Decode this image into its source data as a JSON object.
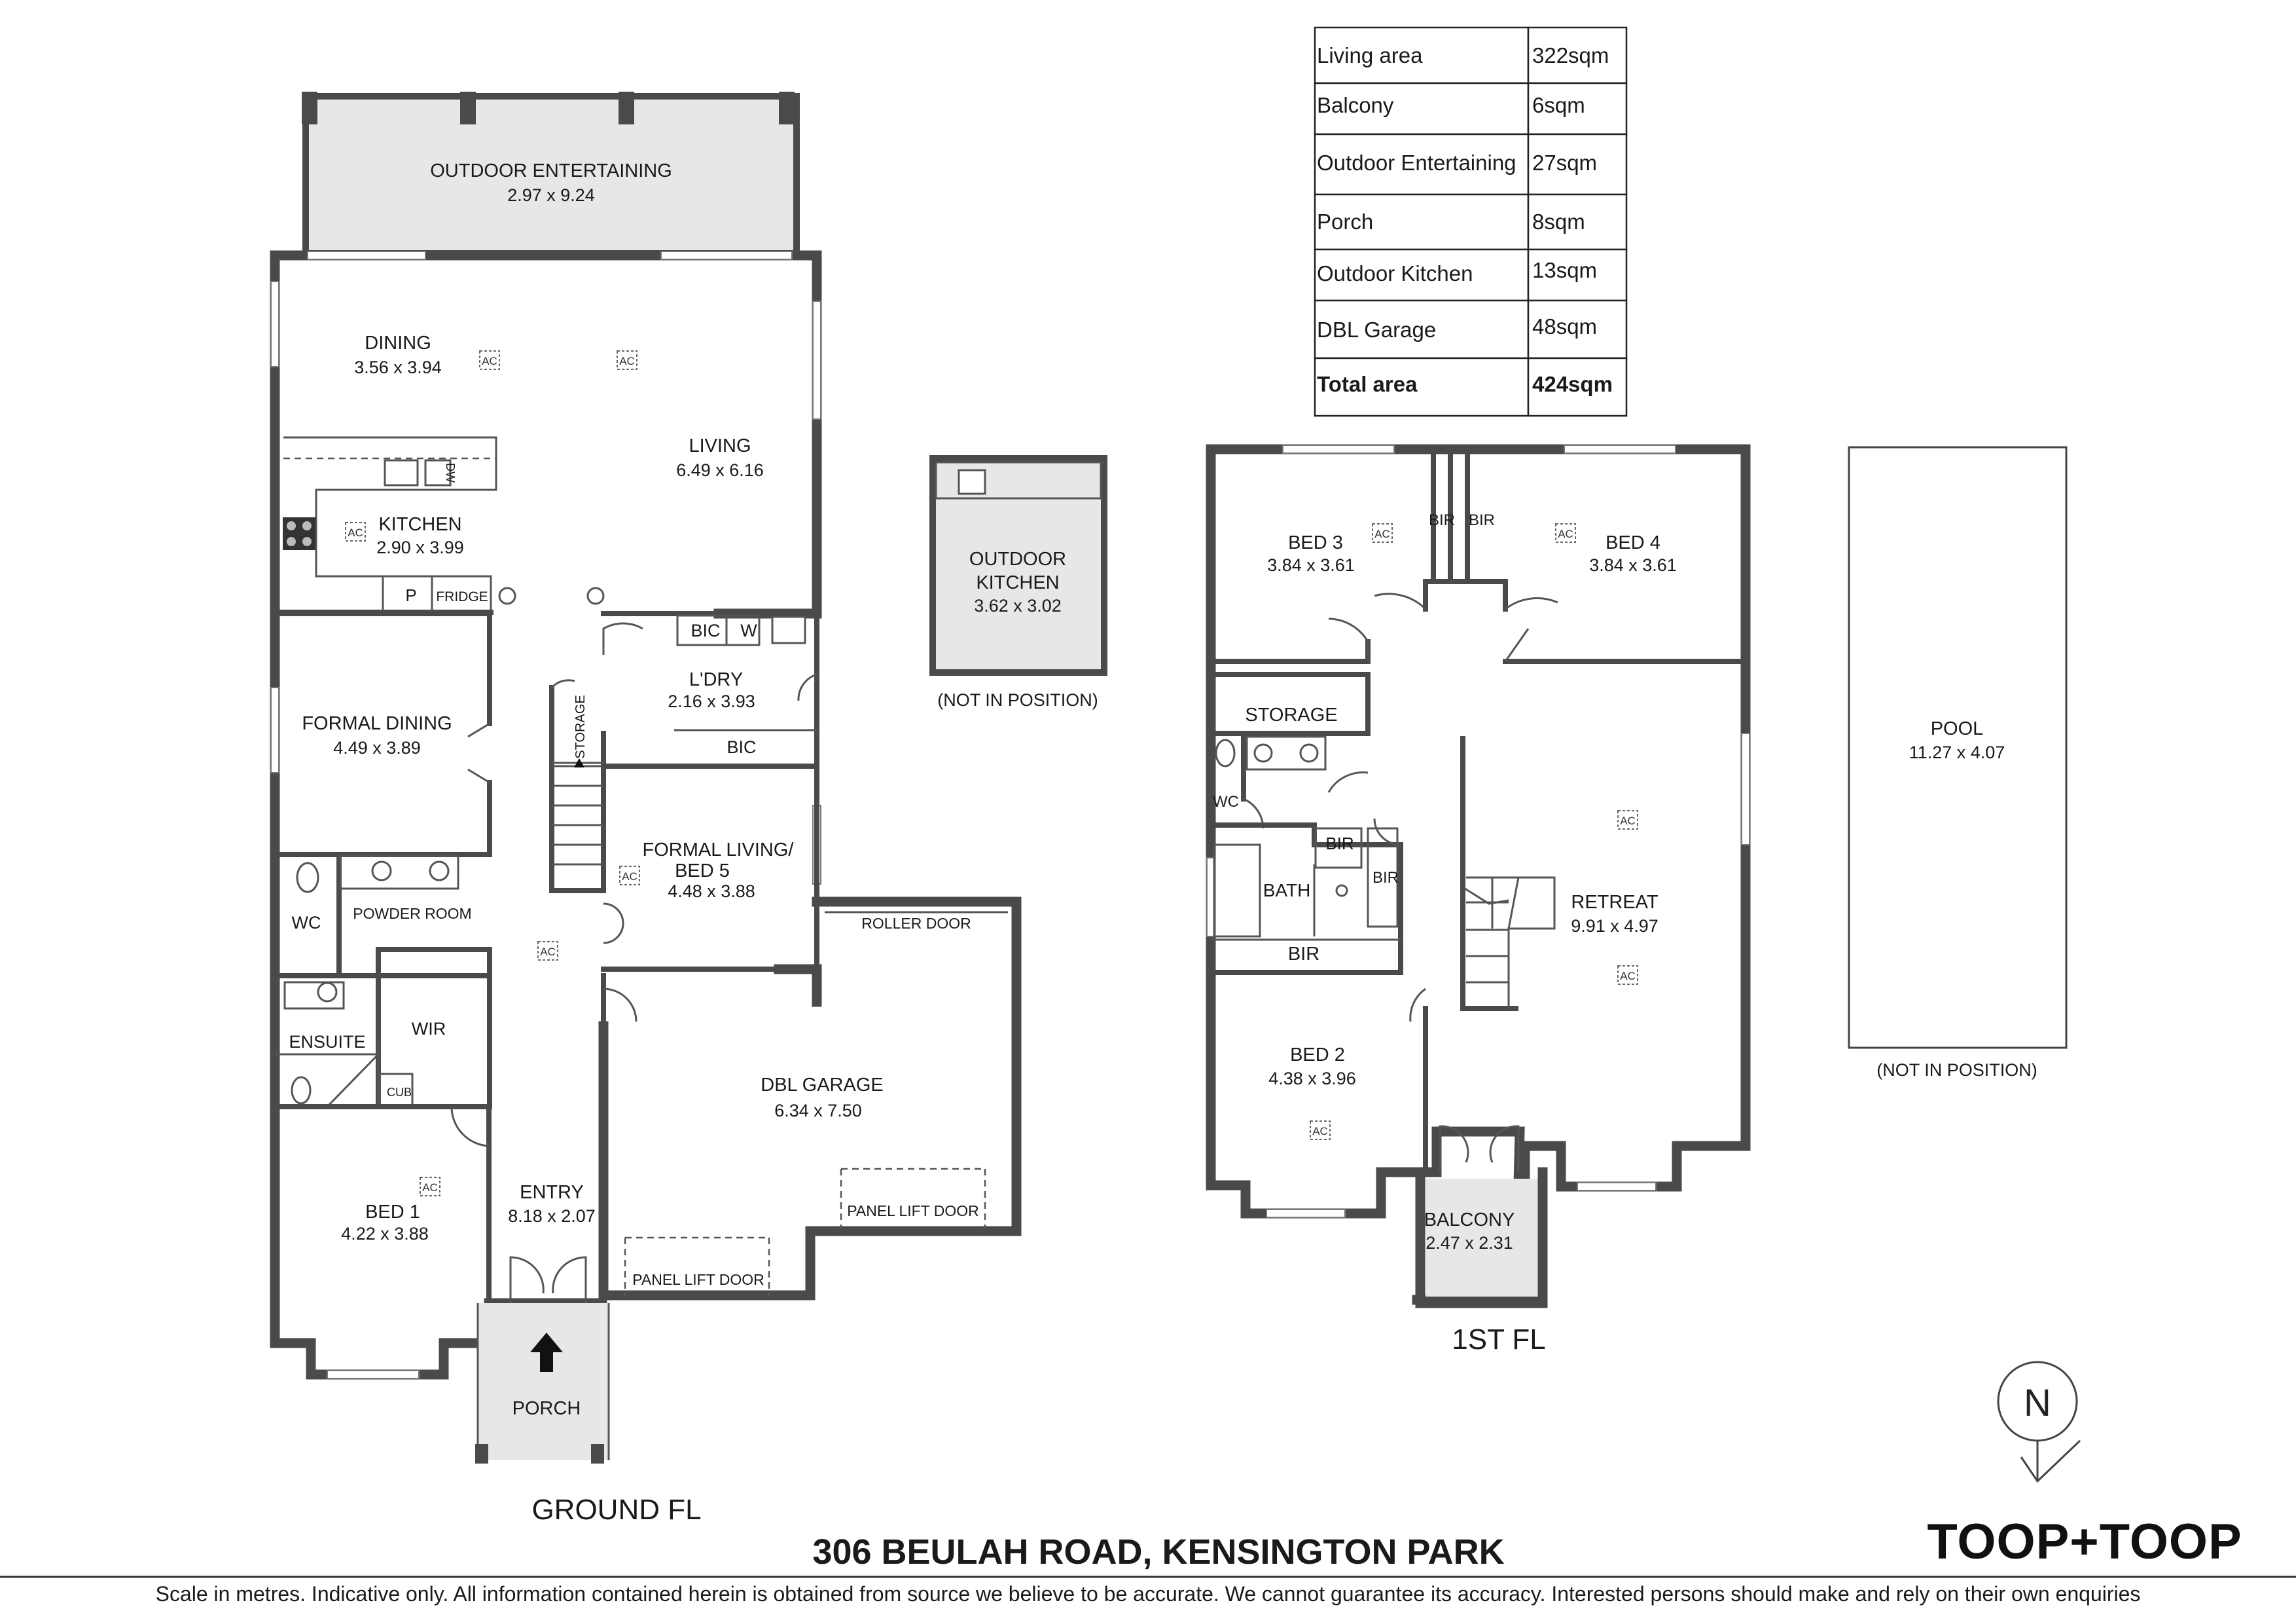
{
  "area_table": {
    "rows": [
      {
        "label": "Living area",
        "value": "322sqm"
      },
      {
        "label": "Balcony",
        "value": "6sqm"
      },
      {
        "label": "Outdoor Entertaining",
        "value": "27sqm"
      },
      {
        "label": "Porch",
        "value": "8sqm"
      },
      {
        "label": "Outdoor Kitchen",
        "value": "13sqm"
      },
      {
        "label": "DBL Garage",
        "value": "48sqm"
      }
    ],
    "total": {
      "label": "Total area",
      "value": "424sqm"
    }
  },
  "ground_floor": {
    "label": "GROUND FL",
    "rooms": {
      "outdoor_entertaining": {
        "name": "OUTDOOR ENTERTAINING",
        "dims": "2.97 x 9.24"
      },
      "dining": {
        "name": "DINING",
        "dims": "3.56 x 3.94"
      },
      "living": {
        "name": "LIVING",
        "dims": "6.49 x 6.16"
      },
      "kitchen": {
        "name": "KITCHEN",
        "dims": "2.90 x 3.99"
      },
      "formal_dining": {
        "name": "FORMAL DINING",
        "dims": "4.49 x 3.89"
      },
      "laundry": {
        "name": "L'DRY",
        "dims": "2.16 x 3.93"
      },
      "formal_living": {
        "name": "FORMAL LIVING/",
        "name2": "BED 5",
        "dims": "4.48 x 3.88"
      },
      "dbl_garage": {
        "name": "DBL GARAGE",
        "dims": "6.34 x 7.50"
      },
      "bed1": {
        "name": "BED 1",
        "dims": "4.22 x 3.88"
      },
      "entry": {
        "name": "ENTRY",
        "dims": "8.18 x 2.07"
      },
      "porch": {
        "name": "PORCH"
      }
    },
    "labels": {
      "p": "P",
      "fridge": "FRIDGE",
      "dw": "DW",
      "bic": "BIC",
      "w": "W",
      "bic2": "BIC",
      "storage": "STORAGE",
      "wc": "WC",
      "powder_room": "POWDER ROOM",
      "ensuite": "ENSUITE",
      "wir": "WIR",
      "cub": "CUB",
      "roller_door": "ROLLER DOOR",
      "panel_lift_door_1": "PANEL LIFT DOOR",
      "panel_lift_door_2": "PANEL LIFT DOOR",
      "ac": "AC"
    }
  },
  "outdoor_kitchen": {
    "name": "OUTDOOR",
    "name2": "KITCHEN",
    "dims": "3.62 x 3.02",
    "note": "(NOT IN POSITION)"
  },
  "first_floor": {
    "label": "1ST FL",
    "rooms": {
      "bed3": {
        "name": "BED 3",
        "dims": "3.84 x 3.61"
      },
      "bed4": {
        "name": "BED 4",
        "dims": "3.84 x 3.61"
      },
      "retreat": {
        "name": "RETREAT",
        "dims": "9.91 x 4.97"
      },
      "bed2": {
        "name": "BED 2",
        "dims": "4.38 x 3.96"
      },
      "balcony": {
        "name": "BALCONY",
        "dims": "2.47 x 2.31"
      }
    },
    "labels": {
      "bir1": "BIR",
      "bir2": "BIR",
      "bir3": "BIR",
      "bir4": "BIR",
      "bir5": "BIR",
      "storage": "STORAGE",
      "wc": "WC",
      "bath": "BATH",
      "ac": "AC"
    }
  },
  "pool": {
    "name": "POOL",
    "dims": "11.27 x 4.07",
    "note": "(NOT IN POSITION)"
  },
  "compass": {
    "letter": "N",
    "icon": "north-arrow-icon"
  },
  "address": "306 BEULAH ROAD, KENSINGTON PARK",
  "brand": "TOOP+TOOP",
  "disclaimer": "Scale in metres. Indicative only. All information contained herein is obtained from source we believe to be accurate. We cannot guarantee its accuracy. Interested persons should make and rely on their own enquiries"
}
